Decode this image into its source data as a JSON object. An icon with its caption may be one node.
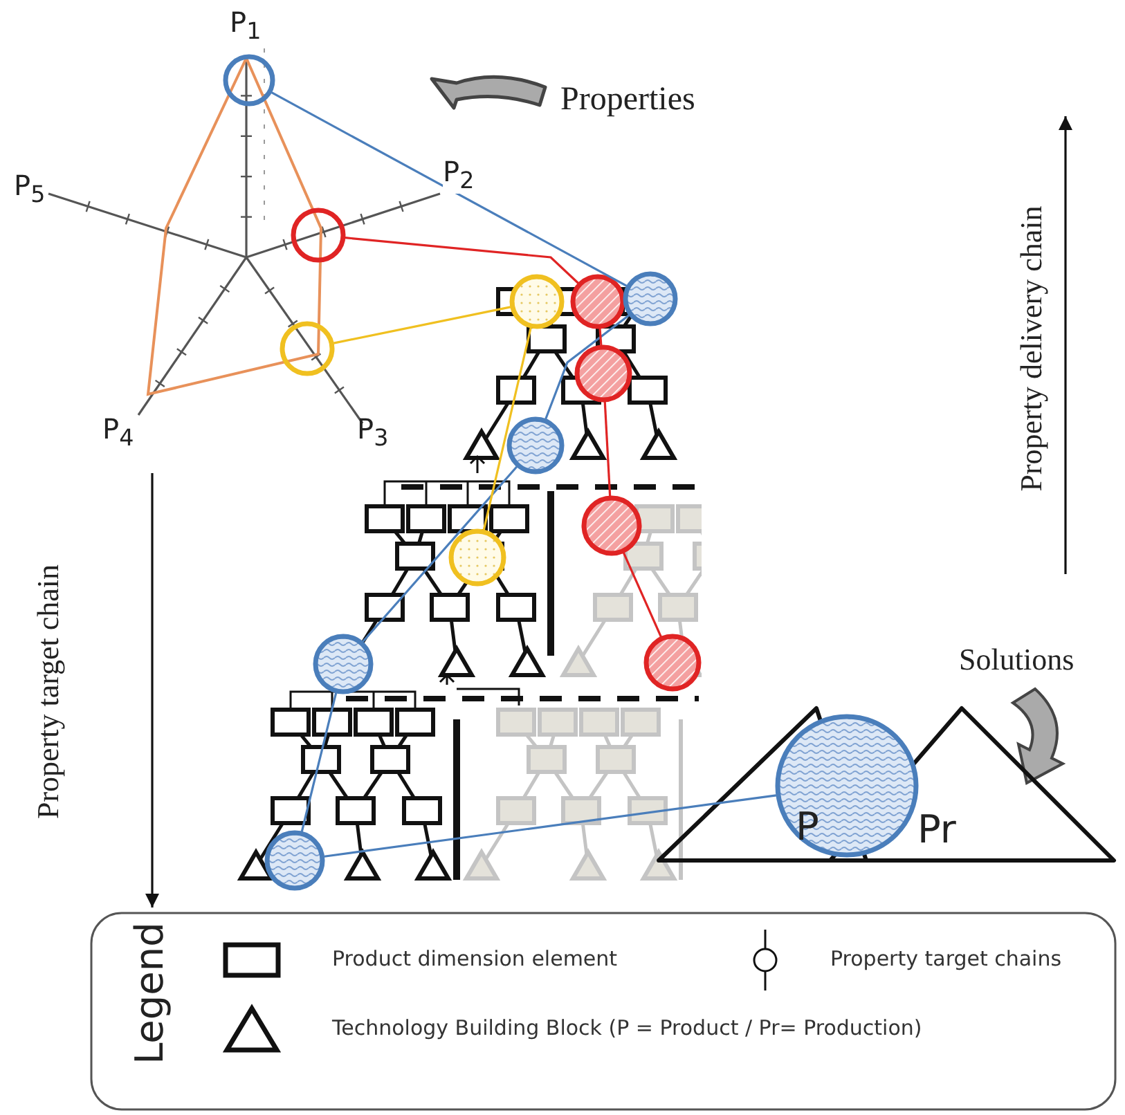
{
  "diagram": {
    "nodes": [
      {
        "text": [],
        "shape": "circle"
      },
      {
        "text": [],
        "shape": "circle"
      },
      {
        "text": [],
        "shape": "circle"
      },
      {
        "text": [],
        "shape": "circle"
      },
      {
        "text": [],
        "shape": "circle"
      },
      {
        "text": [],
        "shape": "circle"
      },
      {
        "text": [],
        "shape": "circle"
      },
      {
        "text": [],
        "shape": "circle"
      },
      {
        "text": [],
        "shape": "circle"
      },
      {
        "text": [],
        "shape": "circle"
      },
      {
        "text": [],
        "shape": "circle"
      },
      {
        "text": [],
        "shape": "circle"
      },
      {
        "text": [],
        "shape": "circle"
      },
      {
        "text": [],
        "shape": "circle"
      }
    ],
    "edges": [
      {
        "from": 0,
        "to": 4,
        "arrow": "none",
        "color": "#4a7ebb"
      },
      {
        "from": 4,
        "to": 7,
        "arrow": "none",
        "color": "#4a7ebb"
      },
      {
        "from": 7,
        "to": 11,
        "arrow": "none",
        "color": "#4a7ebb"
      },
      {
        "from": 11,
        "to": 13,
        "arrow": "none",
        "color": "#4a7ebb"
      },
      {
        "from": 13,
        "to": 12,
        "arrow": "none",
        "color": "#4a7ebb"
      },
      {
        "from": 1,
        "to": 3,
        "arrow": "none",
        "color": "#e02424"
      },
      {
        "from": 3,
        "to": 6,
        "arrow": "none",
        "color": "#e02424"
      },
      {
        "from": 6,
        "to": 8,
        "arrow": "none",
        "color": "#e02424"
      },
      {
        "from": 8,
        "to": 10,
        "arrow": "none",
        "color": "#e02424"
      },
      {
        "from": 5,
        "to": 2,
        "arrow": "none",
        "color": "#f0c020"
      },
      {
        "from": 2,
        "to": 9,
        "arrow": "none",
        "color": "#f0c020"
      }
    ],
    "labels": [
      "P$_{1}$",
      "Properties",
      "P$_{5}$",
      "P$_{2}$",
      "P$_{4}$",
      "P$_{3}$",
      "Property delivery chain",
      "Property target chain",
      "Solutions",
      "P",
      "Pr",
      "Legend"
    ],
    "legend": [
      {
        "text": "Product dimension element"
      },
      {
        "text": "Property target chains"
      },
      {
        "text": "Technology Building Block (P = Product / Pr= Production)"
      }
    ]
  }
}
